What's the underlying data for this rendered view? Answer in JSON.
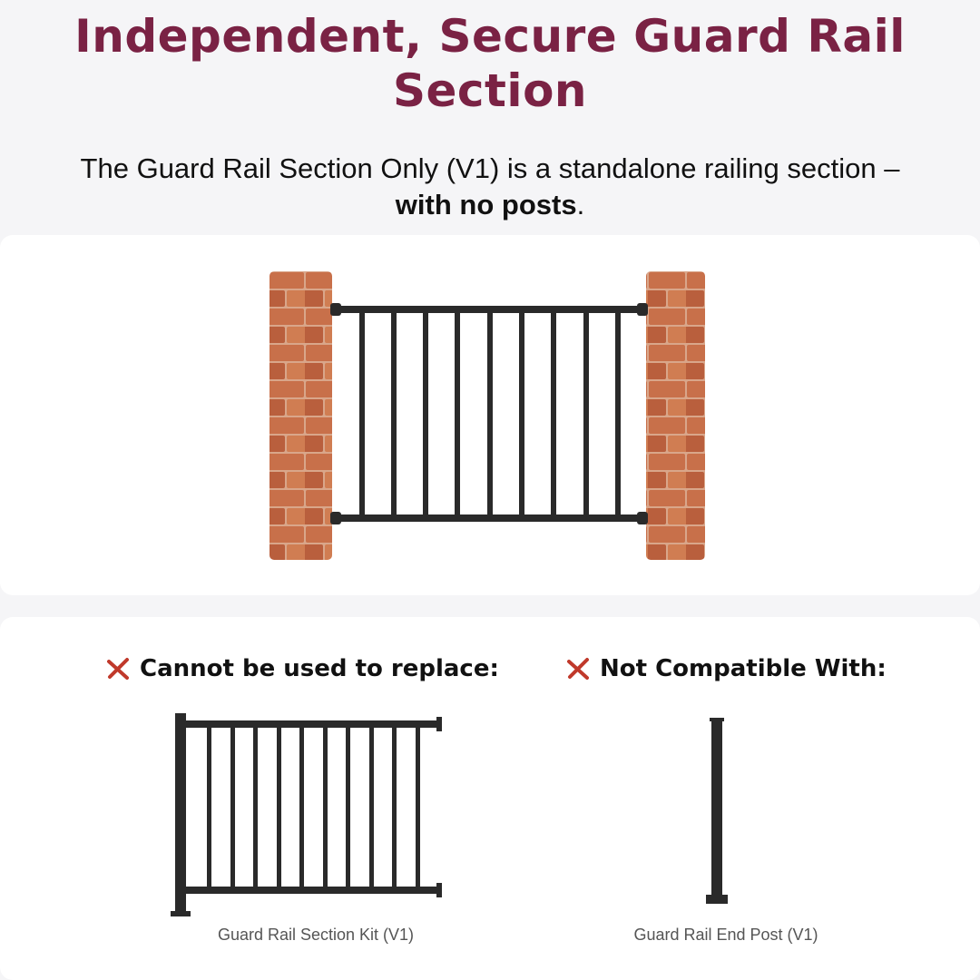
{
  "header": {
    "title": "Independent, Secure Guard Rail Section",
    "subtitle_text": "The Guard Rail Section Only (V1) is a standalone railing section –",
    "subtitle_bold": "with no posts",
    "subtitle_end": "."
  },
  "illustrations": {
    "hero": "Guard rail section mounted between brick columns",
    "left_product": "Guard Rail Section Kit (V1)",
    "right_product": "Guard Rail End Post (V1)"
  },
  "compatibility": {
    "left_heading": "Cannot be used to replace:",
    "right_heading": "Not Compatible With:",
    "left_caption": "Guard Rail Section Kit (V1)",
    "right_caption": "Guard Rail End Post (V1)"
  },
  "colors": {
    "title": "#7a2244",
    "x_mark": "#c0392b",
    "rail": "#2a2a2a",
    "brick": "#c9744a"
  },
  "icons": {
    "not_allowed": "x-mark-icon"
  }
}
